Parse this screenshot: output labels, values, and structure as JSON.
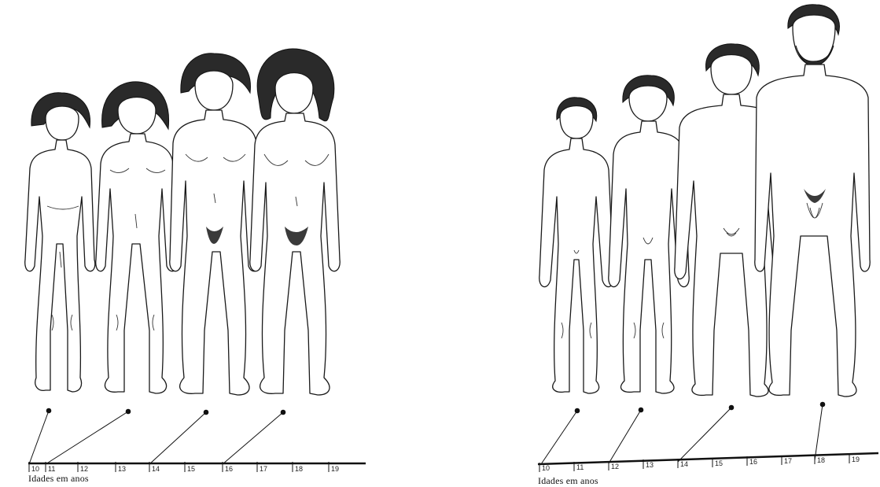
{
  "female_panel": {
    "axis_caption": "Idades em anos",
    "tick_labels": [
      "10",
      "11",
      "12",
      "13",
      "14",
      "15",
      "16",
      "17",
      "18",
      "19"
    ],
    "figures": [
      {
        "name": "girl-figure-1",
        "age_marker": "10"
      },
      {
        "name": "girl-figure-2",
        "age_marker": "11"
      },
      {
        "name": "girl-figure-3",
        "age_marker": "14"
      },
      {
        "name": "girl-figure-4",
        "age_marker": "16"
      }
    ]
  },
  "male_panel": {
    "axis_caption": "Idades em anos",
    "tick_labels": [
      "10",
      "11",
      "12",
      "13",
      "14",
      "15",
      "16",
      "17",
      "18",
      "19"
    ],
    "figures": [
      {
        "name": "boy-figure-1",
        "age_marker": "10"
      },
      {
        "name": "boy-figure-2",
        "age_marker": "12"
      },
      {
        "name": "boy-figure-3",
        "age_marker": "14"
      },
      {
        "name": "boy-figure-4",
        "age_marker": "18"
      }
    ]
  }
}
